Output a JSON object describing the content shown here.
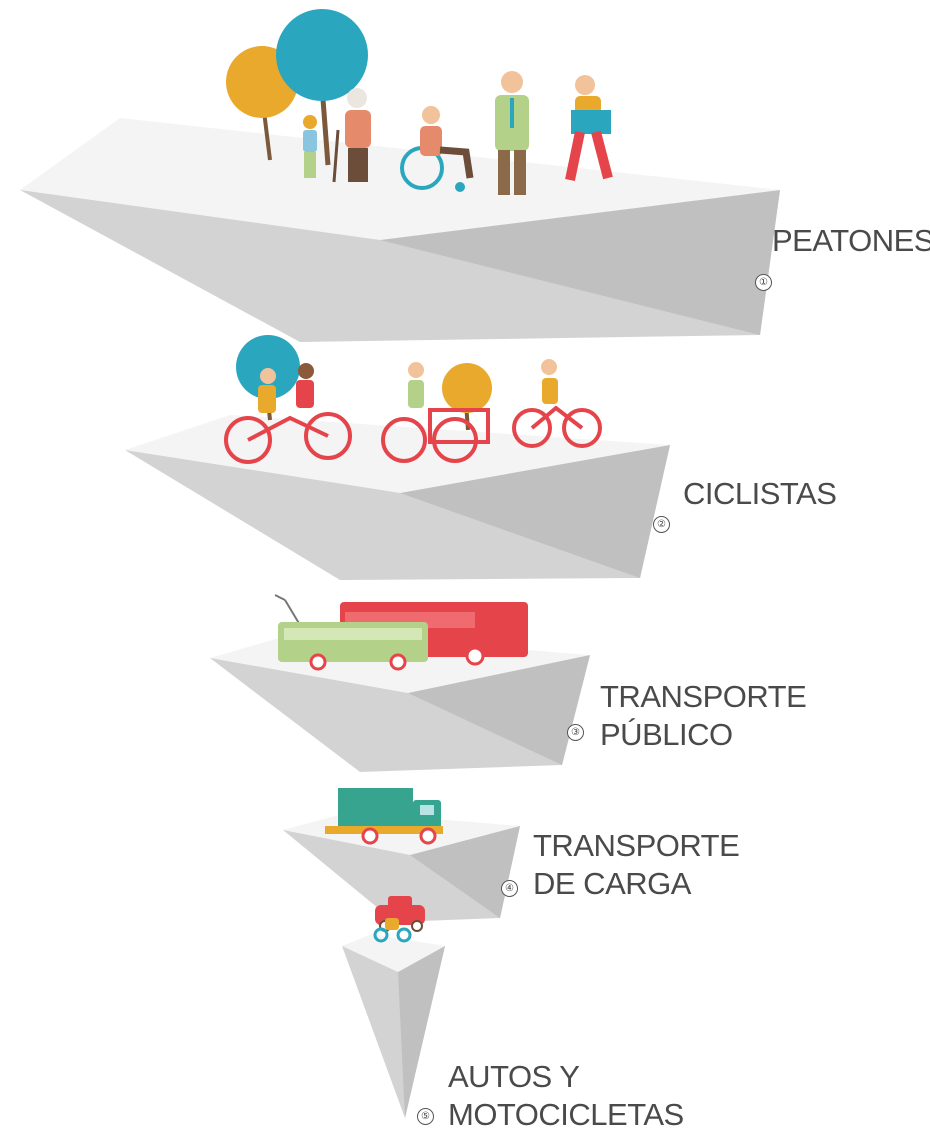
{
  "colors": {
    "slab_top": "#f3f3f3",
    "slab_left": "#d6d6d6",
    "slab_right": "#c2c2c2",
    "teal": "#2aa6bf",
    "orange": "#e9a92c",
    "red": "#e4444a",
    "green": "#b3d188",
    "truck": "#36a48f",
    "text": "#4a4a4a"
  },
  "tiers": [
    {
      "rank": "①",
      "label_lines": [
        "PEATONES"
      ]
    },
    {
      "rank": "②",
      "label_lines": [
        "CICLISTAS"
      ]
    },
    {
      "rank": "③",
      "label_lines": [
        "TRANSPORTE",
        "PÚBLICO"
      ]
    },
    {
      "rank": "④",
      "label_lines": [
        "TRANSPORTE",
        "DE CARGA"
      ]
    },
    {
      "rank": "⑤",
      "label_lines": [
        "AUTOS Y",
        "MOTOCICLETAS"
      ]
    }
  ]
}
